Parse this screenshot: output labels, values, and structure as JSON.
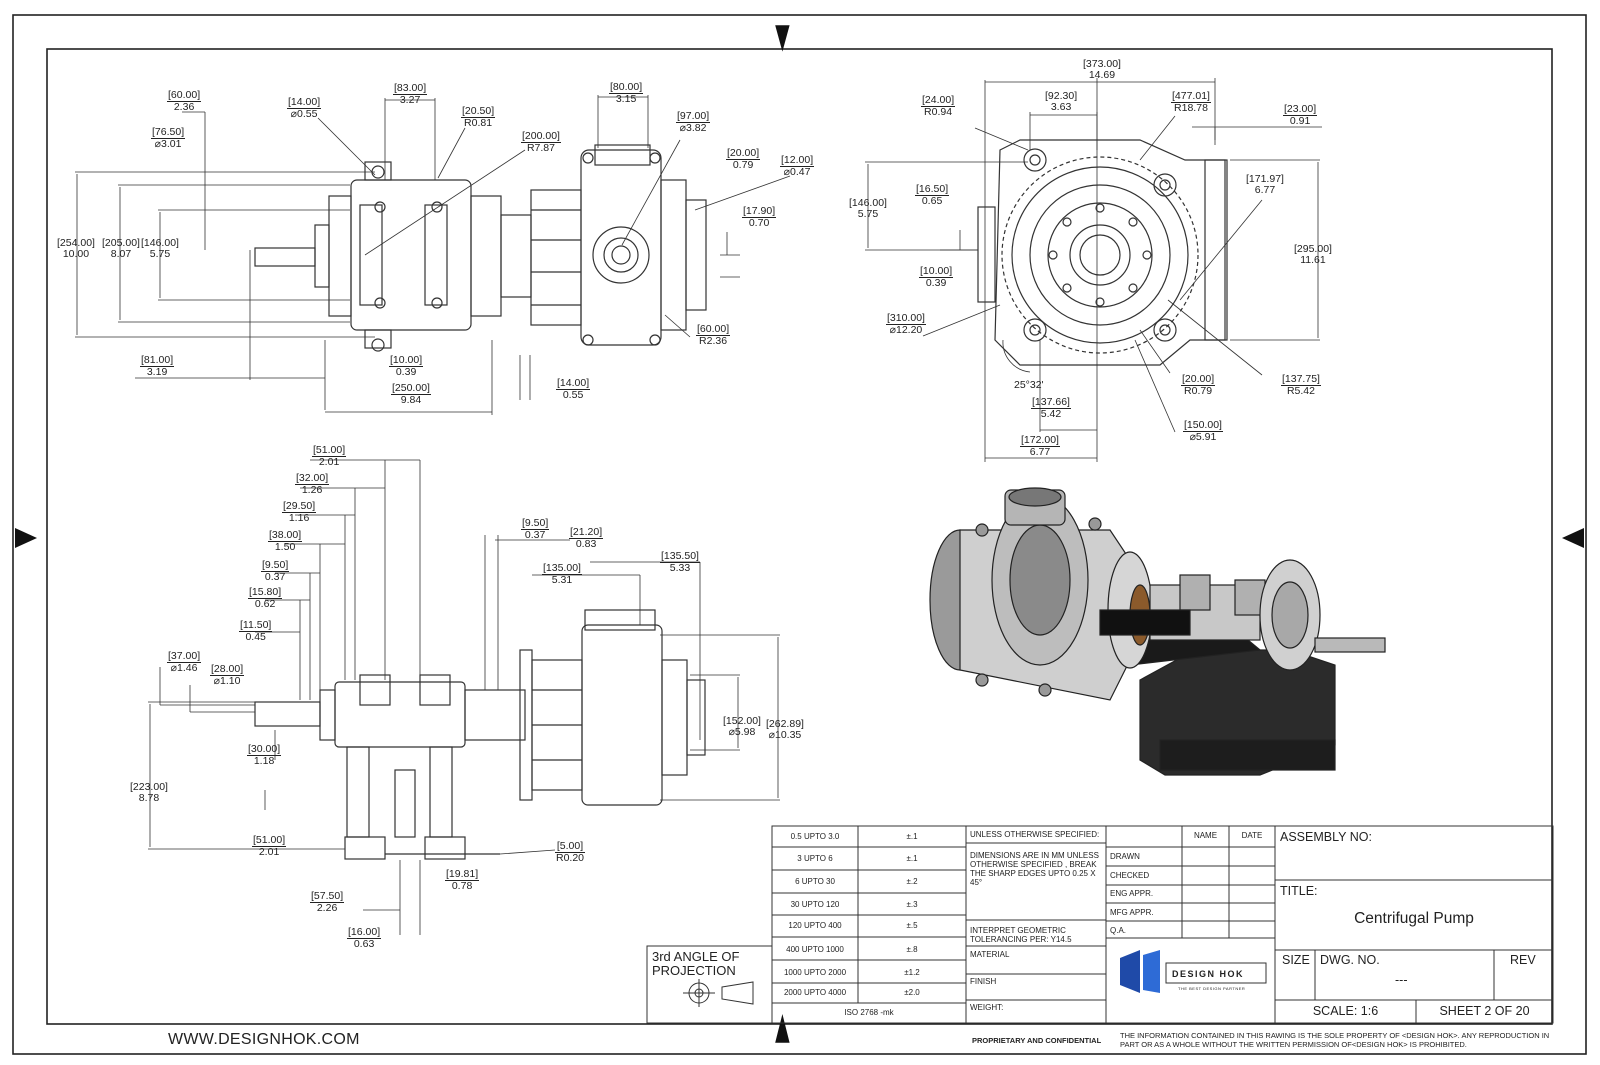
{
  "site": "WWW.DESIGNHOK.COM",
  "title_block": {
    "assembly_no_label": "ASSEMBLY NO:",
    "title_label": "TITLE:",
    "title_value": "Centrifugal Pump",
    "size_label": "SIZE",
    "dwg_no_label": "DWG. NO.",
    "dwg_no_value": "---",
    "rev_label": "REV",
    "scale": "SCALE: 1:6",
    "sheet": "SHEET 2 OF 20",
    "unless_label": "UNLESS OTHERWISE SPECIFIED:",
    "dim_note": "DIMENSIONS ARE IN MM UNLESS OTHERWISE SPECIFIED , BREAK THE SHARP EDGES UPTO 0.25 X 45°",
    "geom_note": "INTERPRET GEOMETRIC TOLERANCING PER: Y14.5",
    "material": "MATERIAL",
    "finish": "FINISH",
    "weight": "WEIGHT:",
    "name_col": "NAME",
    "date_col": "DATE",
    "rows": [
      "DRAWN",
      "CHECKED",
      "ENG APPR.",
      "MFG APPR.",
      "Q.A."
    ],
    "iso": "ISO 2768 -mk",
    "projection_line1": "3rd ANGLE OF",
    "projection_line2": "PROJECTION",
    "proprietary": "PROPRIETARY AND CONFIDENTIAL",
    "legal": "THE INFORMATION CONTAINED IN THIS RAWING IS THE SOLE PROPERTY OF <DESIGN HOK>.  ANY REPRODUCTION IN PART OR AS A WHOLE WITHOUT THE WRITTEN PERMISSION OF<DESIGN HOK> IS PROHIBITED.",
    "logo_text": "DESIGN HOK",
    "logo_tagline": "THE BEST DESIGN PARTNER"
  },
  "tolerances": [
    {
      "range": "0.5 UPTO 3.0",
      "tol": "±.1"
    },
    {
      "range": "3 UPTO 6",
      "tol": "±.1"
    },
    {
      "range": "6 UPTO 30",
      "tol": "±.2"
    },
    {
      "range": "30 UPTO 120",
      "tol": "±.3"
    },
    {
      "range": "120 UPTO 400",
      "tol": "±.5"
    },
    {
      "range": "400 UPTO 1000",
      "tol": "±.8"
    },
    {
      "range": "1000 UPTO 2000",
      "tol": "±1.2"
    },
    {
      "range": "2000 UPTO 4000",
      "tol": "±2.0"
    }
  ],
  "dims_top_left": [
    {
      "mm": "[60.00]",
      "inch": "2.36"
    },
    {
      "mm": "[14.00]",
      "inch": "⌀0.55"
    },
    {
      "mm": "[83.00]",
      "inch": "3.27"
    },
    {
      "mm": "[20.50]",
      "inch": "R0.81"
    },
    {
      "mm": "[76.50]",
      "inch": "⌀3.01"
    },
    {
      "mm": "[200.00]",
      "inch": "R7.87"
    },
    {
      "mm": "[80.00]",
      "inch": "3.15"
    },
    {
      "mm": "[97.00]",
      "inch": "⌀3.82"
    },
    {
      "mm": "[20.00]",
      "inch": "0.79"
    },
    {
      "mm": "[12.00]",
      "inch": "⌀0.47"
    },
    {
      "mm": "[17.90]",
      "inch": "0.70"
    },
    {
      "mm": "[254.00]",
      "inch": "10.00"
    },
    {
      "mm": "[205.00]",
      "inch": "8.07"
    },
    {
      "mm": "[146.00]",
      "inch": "5.75"
    },
    {
      "mm": "[60.00]",
      "inch": "R2.36"
    },
    {
      "mm": "[81.00]",
      "inch": "3.19"
    },
    {
      "mm": "[10.00]",
      "inch": "0.39"
    },
    {
      "mm": "[250.00]",
      "inch": "9.84"
    },
    {
      "mm": "[14.00]",
      "inch": "0.55"
    }
  ],
  "dims_top_right": [
    {
      "mm": "[373.00]",
      "inch": "14.69"
    },
    {
      "mm": "[24.00]",
      "inch": "R0.94"
    },
    {
      "mm": "[92.30]",
      "inch": "3.63"
    },
    {
      "mm": "[477.01]",
      "inch": "R18.78"
    },
    {
      "mm": "[23.00]",
      "inch": "0.91"
    },
    {
      "mm": "[171.97]",
      "inch": "6.77"
    },
    {
      "mm": "[146.00]",
      "inch": "5.75"
    },
    {
      "mm": "[16.50]",
      "inch": "0.65"
    },
    {
      "mm": "[295.00]",
      "inch": "11.61"
    },
    {
      "mm": "[10.00]",
      "inch": "0.39"
    },
    {
      "mm": "[310.00]",
      "inch": "⌀12.20"
    },
    {
      "mm": "[20.00]",
      "inch": "R0.79"
    },
    {
      "mm": "[137.75]",
      "inch": "R5.42"
    },
    {
      "mm": "[137.66]",
      "inch": "5.42"
    },
    {
      "mm": "[150.00]",
      "inch": "⌀5.91"
    },
    {
      "mm": "[172.00]",
      "inch": "6.77"
    }
  ],
  "angle_label": "25°32'",
  "dims_bottom_left": [
    {
      "mm": "[51.00]",
      "inch": "2.01"
    },
    {
      "mm": "[32.00]",
      "inch": "1.26"
    },
    {
      "mm": "[29.50]",
      "inch": "1.16"
    },
    {
      "mm": "[38.00]",
      "inch": "1.50"
    },
    {
      "mm": "[9.50]",
      "inch": "0.37"
    },
    {
      "mm": "[15.80]",
      "inch": "0.62"
    },
    {
      "mm": "[11.50]",
      "inch": "0.45"
    },
    {
      "mm": "[37.00]",
      "inch": "⌀1.46"
    },
    {
      "mm": "[28.00]",
      "inch": "⌀1.10"
    },
    {
      "mm": "[9.50]",
      "inch": "0.37"
    },
    {
      "mm": "[21.20]",
      "inch": "0.83"
    },
    {
      "mm": "[135.00]",
      "inch": "5.31"
    },
    {
      "mm": "[135.50]",
      "inch": "5.33"
    },
    {
      "mm": "[152.00]",
      "inch": "⌀5.98"
    },
    {
      "mm": "[262.89]",
      "inch": "⌀10.35"
    },
    {
      "mm": "[30.00]",
      "inch": "1.18"
    },
    {
      "mm": "[223.00]",
      "inch": "8.78"
    },
    {
      "mm": "[51.00]",
      "inch": "2.01"
    },
    {
      "mm": "[5.00]",
      "inch": "R0.20"
    },
    {
      "mm": "[19.81]",
      "inch": "0.78"
    },
    {
      "mm": "[57.50]",
      "inch": "2.26"
    },
    {
      "mm": "[16.00]",
      "inch": "0.63"
    }
  ]
}
